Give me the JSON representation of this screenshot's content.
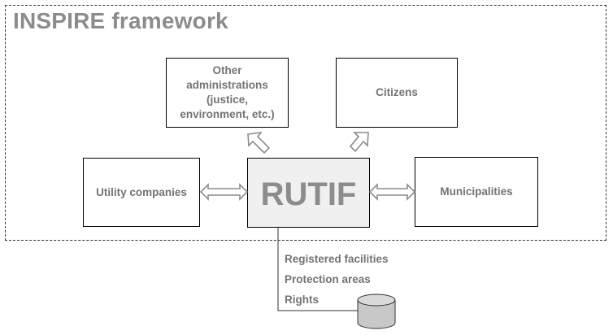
{
  "frame": {
    "title": "INSPIRE framework"
  },
  "nodes": {
    "other_administrations": "Other\nadministrations\n(justice,\nenvironment, etc.)",
    "citizens": "Citizens",
    "utility_companies": "Utility companies",
    "rutif": "RUTIF",
    "municipalities": "Municipalities"
  },
  "database": {
    "items": [
      "Registered facilities",
      "Protection areas",
      "Rights"
    ]
  },
  "colors": {
    "text_gray": "#737373",
    "title_gray": "#8c8c8c",
    "rutif_fill": "#f0f0f0",
    "db_fill": "#c8c8c8"
  }
}
